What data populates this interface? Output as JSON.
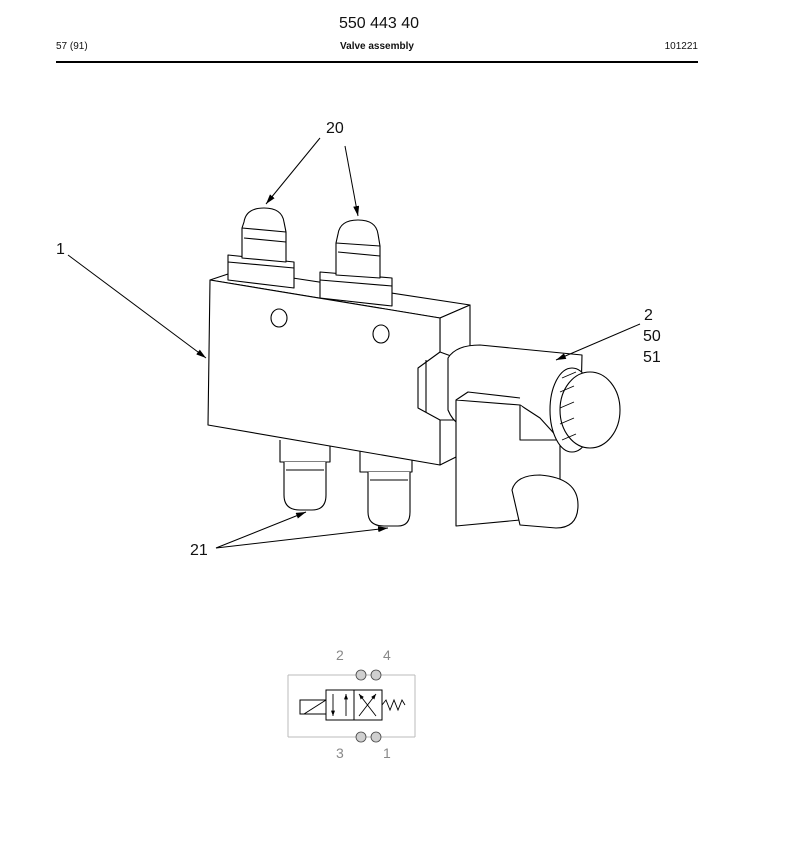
{
  "header": {
    "doc_number": "550 443 40",
    "page_ref": "57 (91)",
    "title": "Valve assembly",
    "date_code": "101221"
  },
  "callouts": {
    "c20": "20",
    "c1": "1",
    "c2": "2",
    "c50": "50",
    "c51": "51",
    "c21": "21"
  },
  "schematic": {
    "port_2": "2",
    "port_4": "4",
    "port_3": "3",
    "port_1": "1"
  }
}
